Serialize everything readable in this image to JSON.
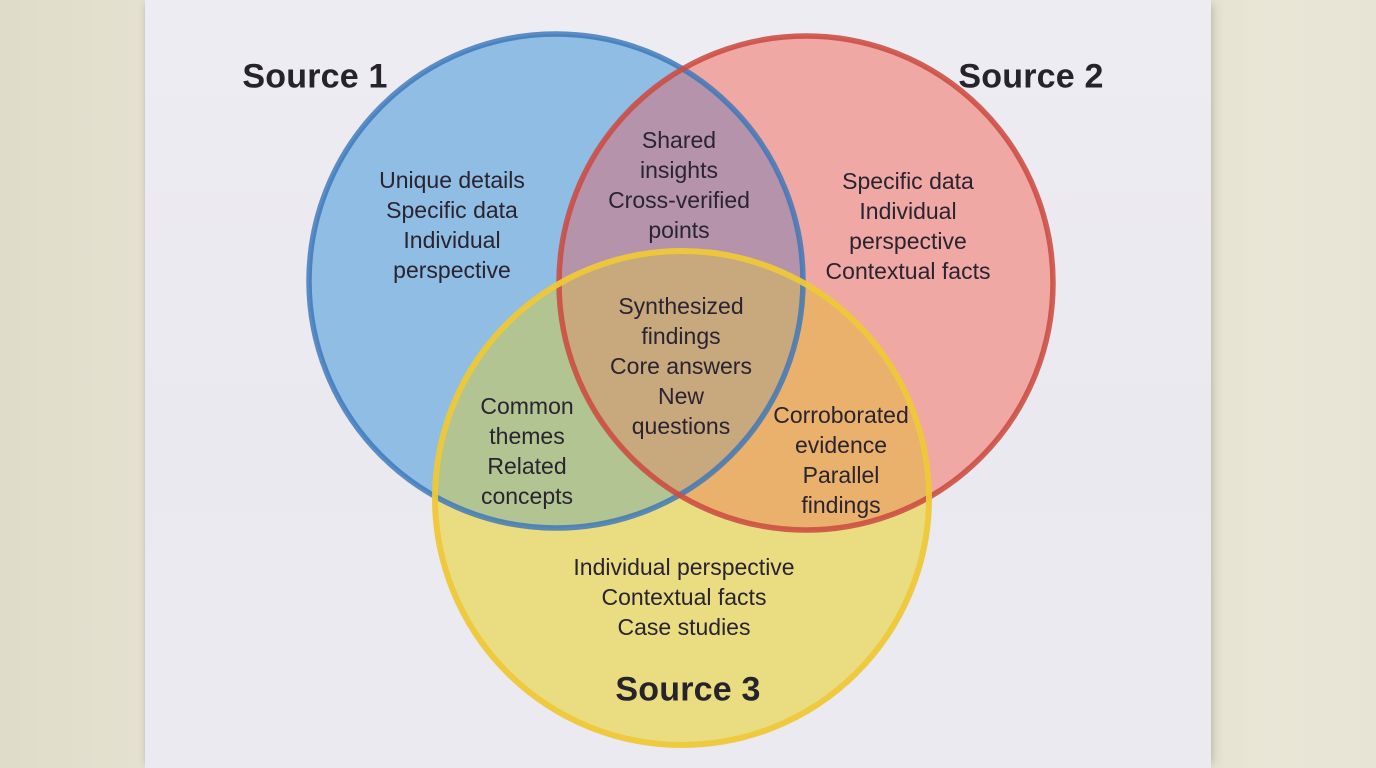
{
  "scene": {
    "wall_color": "#e5e1d0",
    "paper_color": "#ebeaf0"
  },
  "diagram": {
    "type": "venn",
    "text_color": "#2a2330",
    "sets": [
      {
        "label": "Source 1",
        "fill_hex": "#8fbde3",
        "stroke_hex": "#3a76ba",
        "unique_items": [
          "Unique details",
          "Specific data",
          "Individual",
          "perspective"
        ]
      },
      {
        "label": "Source 2",
        "fill_hex": "#efa8a3",
        "stroke_hex": "#cc4b41",
        "unique_items": [
          "Specific data",
          "Individual",
          "perspective",
          "Contextual facts"
        ]
      },
      {
        "label": "Source 3",
        "fill_hex": "#eadc80",
        "stroke_hex": "#eec838",
        "unique_items": [
          "Individual perspective",
          "Contextual facts",
          "Case studies"
        ]
      }
    ],
    "overlaps": [
      {
        "between": "source1-source2",
        "color_hex": "#b493ab",
        "items": [
          "Shared",
          "insights",
          "Cross-verified",
          "points"
        ]
      },
      {
        "between": "source1-source3",
        "color_hex": "#b2c491",
        "items": [
          "Common",
          "themes",
          "Related",
          "concepts"
        ]
      },
      {
        "between": "source2-source3",
        "color_hex": "#e9b16b",
        "items": [
          "Corroborated",
          "evidence",
          "Parallel",
          "findings"
        ]
      },
      {
        "between": "source1-source2-source3",
        "color_hex": "#c8a87d",
        "items": [
          "Synthesized",
          "findings",
          "Core answers",
          "New",
          "questions"
        ]
      }
    ]
  }
}
